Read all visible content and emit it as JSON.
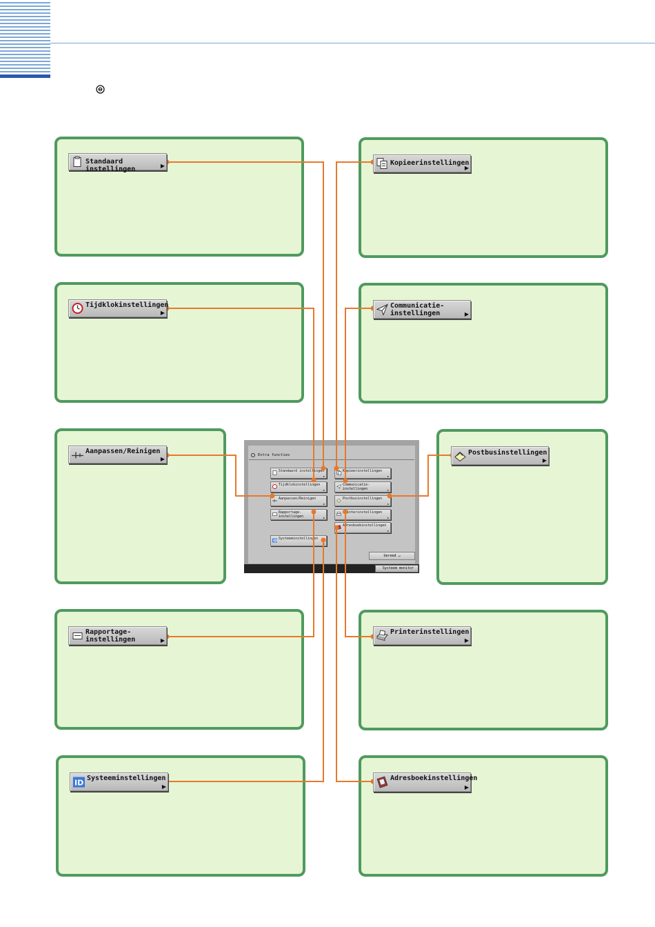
{
  "header_icon": "extra-functions-icon",
  "screen": {
    "title": "Extra functies",
    "buttons": [
      {
        "id": "standaard",
        "label": "Standaard instellingen",
        "icon": "document-icon"
      },
      {
        "id": "kopieer",
        "label": "Kopieerinstellingen",
        "icon": "copy-icon"
      },
      {
        "id": "tijdklok",
        "label": "Tijdklokinstellingen",
        "icon": "clock-icon"
      },
      {
        "id": "communicatie",
        "label": "Communicatie-\ninstellingen",
        "icon": "paper-plane-icon"
      },
      {
        "id": "aanpassen",
        "label": "Aanpassen/Reinigen",
        "icon": "adjust-icon"
      },
      {
        "id": "postbus",
        "label": "Postbusinstellingen",
        "icon": "mailbox-icon"
      },
      {
        "id": "rapportage",
        "label": "Rapportage-\ninstellingen",
        "icon": "report-icon"
      },
      {
        "id": "printer",
        "label": "Printerinstellingen",
        "icon": "printer-icon"
      },
      {
        "id": "adresboek",
        "label": "Adresboekinstellingen",
        "icon": "address-book-icon"
      },
      {
        "id": "systeem",
        "label": "Systeeminstellingen",
        "icon": "id-badge-icon"
      }
    ],
    "ok_label": "Gereed",
    "monitor_label": "Systeem monitor"
  },
  "panels": {
    "standaard": {
      "label": "Standaard instellingen"
    },
    "kopieer": {
      "label": "Kopieerinstellingen"
    },
    "tijdklok": {
      "label": "Tijdklokinstellingen"
    },
    "communicatie": {
      "label": "Communicatie-\ninstellingen"
    },
    "aanpassen": {
      "label": "Aanpassen/Reinigen"
    },
    "postbus": {
      "label": "Postbusinstellingen"
    },
    "rapportage": {
      "label": "Rapportage-\ninstellingen"
    },
    "printer": {
      "label": "Printerinstellingen"
    },
    "systeem": {
      "label": "Systeeminstellingen"
    },
    "adresboek": {
      "label": "Adresboekinstellingen"
    }
  },
  "colors": {
    "panel_fill": "#e6f5d4",
    "panel_border": "#4f9a5f",
    "connector": "#e8782a",
    "header_stripe": "#7aa6d6"
  }
}
